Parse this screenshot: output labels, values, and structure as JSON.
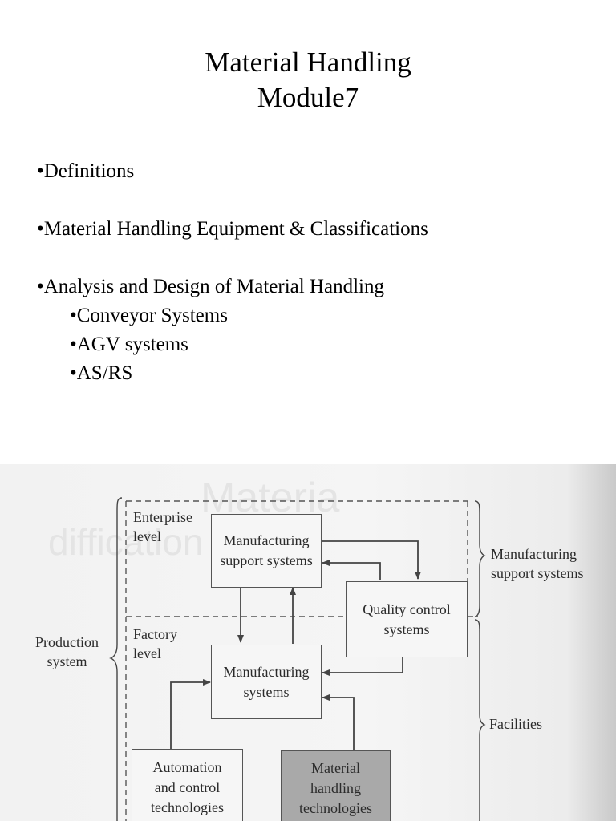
{
  "slide": {
    "title_line1": "Material Handling",
    "title_line2": "Module7",
    "bullets": {
      "definitions": "•Definitions",
      "equipment": "•Material Handling Equipment & Classifications",
      "analysis": "•Analysis and Design of Material Handling",
      "conveyor": "•Conveyor Systems",
      "agv": "•AGV systems",
      "asrs": "•AS/RS"
    }
  },
  "diagram": {
    "enterprise_level": "Enterprise\nlevel",
    "factory_level": "Factory\nlevel",
    "production_system": "Production\nsystem",
    "mfg_support_box": "Manufacturing\nsupport systems",
    "quality_box": "Quality control\nsystems",
    "mfg_systems_box": "Manufacturing\nsystems",
    "automation_box": "Automation\nand control\ntechnologies",
    "material_box": "Material\nhandling\ntechnologies",
    "mfg_support_label": "Manufacturing\nsupport systems",
    "facilities_label": "Facilities"
  },
  "colors": {
    "material_box_fill": "#a9a9a9",
    "line_color": "#444444"
  }
}
